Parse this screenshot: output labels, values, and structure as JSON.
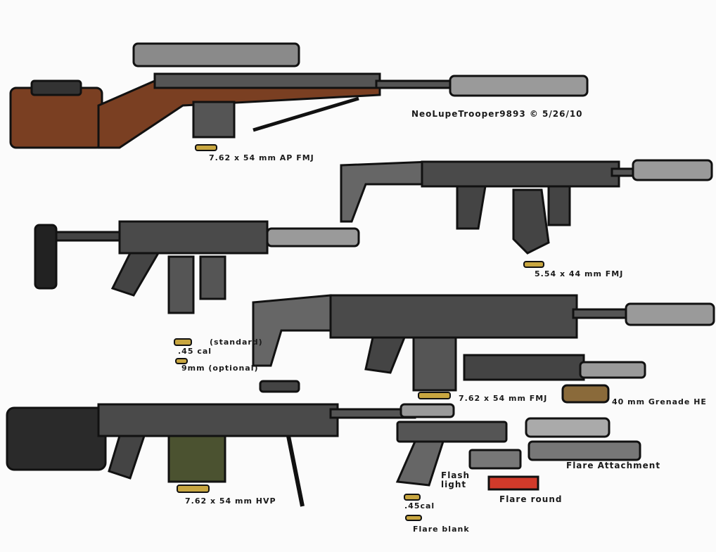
{
  "signature": "NeoLupeTrooper9893 © 5/26/10",
  "colors": {
    "paper": "#fbfbfb",
    "metal": "#5a5a5a",
    "dark": "#2a2a2a",
    "wood": "#7a3f22",
    "silencer": "#9a9a9a",
    "brass": "#c8a640",
    "flare": "#d23a2a",
    "olive": "#4b5230"
  },
  "labels": {
    "sniper_ammo": "7.62 x 54 mm AP FMJ",
    "carbine_ammo": "5.54 x 44 mm FMJ",
    "smg_ammo_standard": "(standard)",
    "smg_ammo_45": ".45 cal",
    "smg_ammo_9mm": "9mm (optional)",
    "rifle_ammo": "7.62 x 54 mm FMJ",
    "grenade": "40 mm Grenade HE",
    "lmg_ammo": "7.62 x 54 mm HVP",
    "flashlight": "Flash light",
    "flare_attachment": "Flare Attachment",
    "flare_round": "Flare round",
    "pistol_ammo": ".45cal",
    "flare_blank": "Flare blank"
  }
}
